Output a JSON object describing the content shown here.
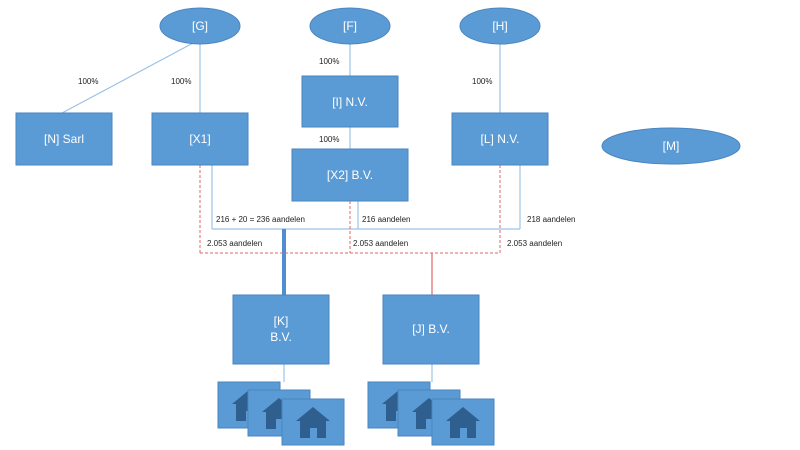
{
  "colors": {
    "node_fill": "#5b9bd5",
    "node_stroke": "#4a86c0",
    "ownership_line": "#9dc3e6",
    "thick_line": "#4f8fd1",
    "share_line_red": "#e06666",
    "text_on_node": "#ffffff",
    "label_text": "#222222"
  },
  "nodes": {
    "g": "[G]",
    "f": "[F]",
    "h": "[H]",
    "n": "[N] Sarl",
    "x1": "[X1]",
    "i": "[I] N.V.",
    "x2": "[X2]  B.V.",
    "l": "[L] N.V.",
    "m": "[M]",
    "k_line1": "[K]",
    "k_line2": "B.V.",
    "j": "[J] B.V."
  },
  "labels": {
    "g_n": "100%",
    "g_x1": "100%",
    "f_i": "100%",
    "i_x2": "100%",
    "h_l": "100%",
    "x1_k": "216 + 20 = 236 aandelen",
    "x2_k": "216 aandelen",
    "l_k": "218 aandelen",
    "x1_j": "2.053 aandelen",
    "x2_j": "2.053 aandelen",
    "l_j": "2.053 aandelen"
  },
  "icons": {
    "property": "house-icon"
  }
}
